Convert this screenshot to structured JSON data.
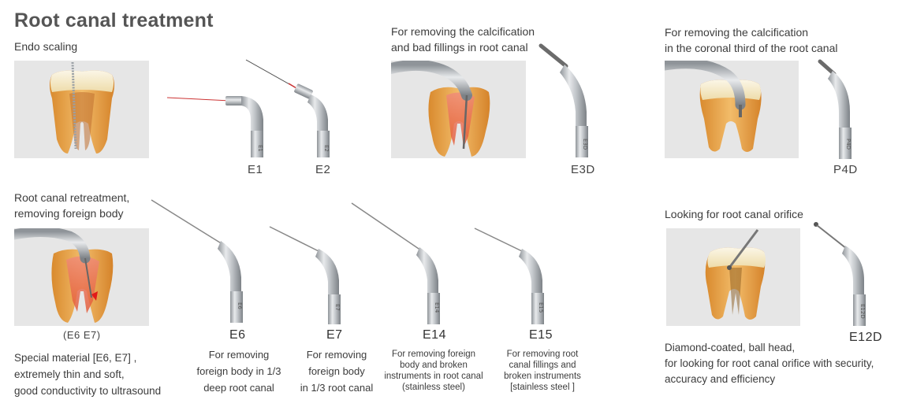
{
  "title": "Root canal treatment",
  "sections": {
    "endo": {
      "label": "Endo scaling",
      "tips": [
        "E1",
        "E2"
      ]
    },
    "calc_root": {
      "label_line1": "For removing the calcification",
      "label_line2": "and bad fillings in root canal",
      "tip": "E3D"
    },
    "calc_coronal": {
      "label_line1": "For removing the calcification",
      "label_line2": "in the coronal third of the root canal",
      "tip": "P4D"
    },
    "retreat": {
      "label_line1": "Root canal retreatment,",
      "label_line2": "removing foreign body",
      "image_caption": "(E6 E7)",
      "desc_line1": "Special material [E6, E7] ,",
      "desc_line2": "extremely thin and soft,",
      "desc_line3": "good conductivity to ultrasound",
      "tips": [
        {
          "code": "E6",
          "desc": [
            "For removing",
            "foreign body in 1/3",
            "deep root canal"
          ]
        },
        {
          "code": "E7",
          "desc": [
            "For removing",
            "foreign body",
            "in 1/3 root canal"
          ]
        },
        {
          "code": "E14",
          "desc": [
            "For removing foreign",
            "body and broken",
            "instruments in root canal",
            "(stainless steel)"
          ]
        },
        {
          "code": "E15",
          "desc": [
            "For removing root",
            "canal fillings and",
            "broken instruments",
            "[stainless steel ]"
          ]
        }
      ]
    },
    "orifice": {
      "label": "Looking for root canal orifice",
      "tip": "E12D",
      "desc_line1": "Diamond-coated, ball head,",
      "desc_line2": "for looking for root canal orifice with security,",
      "desc_line3": "accuracy and efficiency"
    }
  },
  "engraving": {
    "e1": "E1",
    "e2": "E2",
    "e3d": "E3D",
    "p4d": "P4D",
    "e6": "E6",
    "e7": "E7",
    "e14": "E14",
    "e15": "E15",
    "e12d": "E12D"
  },
  "colors": {
    "photo_bg": "#e6e6e6",
    "dentin": "#e8a24a",
    "enamel": "#f6efd9",
    "pulp": "#e7633a",
    "steel": "#b8bcc0"
  }
}
